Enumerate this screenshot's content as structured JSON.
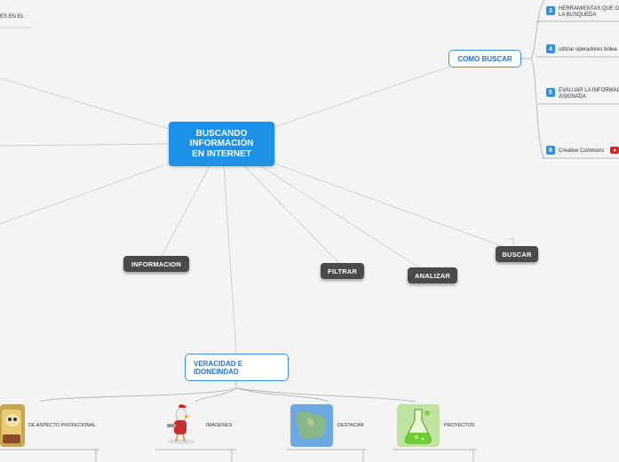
{
  "central": {
    "title": "BUSCANDO\nINFORMACIÓN\nEN INTERNET"
  },
  "topics": {
    "informacion": "INFORMACION",
    "filtrar": "FILTRAR",
    "analizar": "ANALIZAR",
    "buscar": "BUSCAR",
    "como_buscar": "COMO BUSCAR",
    "veracidad": "VERACIDAD E IDONEINDAD"
  },
  "partial_left_text": "ES EN EL",
  "como_buscar_items": [
    {
      "num": "3",
      "text": "HERRAMIENTAS QUE OP\nLA BUSQUEDA"
    },
    {
      "num": "4",
      "text": "utilizar operadores bolea"
    },
    {
      "num": "5",
      "text": "EVALUAR LA INFORMACI\nASIGNADA"
    },
    {
      "num": "6",
      "text": "Creative Commons"
    }
  ],
  "veracidad_children": [
    {
      "label": "DE ASPECTO PROFECIONAL",
      "icon": "book-cartoon-icon"
    },
    {
      "label": "IMAGENES",
      "icon": "chicken-cartoon-icon"
    },
    {
      "label": "DESTACAR",
      "icon": "europe-map-icon"
    },
    {
      "label": "PROYECTOS",
      "icon": "chemistry-flask-icon"
    }
  ],
  "colors": {
    "central": "#1e90e6",
    "dark_topic": "#4a4a4a",
    "outline_topic": "#3b8fe0",
    "connector": "#c8cdd3",
    "badge": "#2e8fe8"
  }
}
